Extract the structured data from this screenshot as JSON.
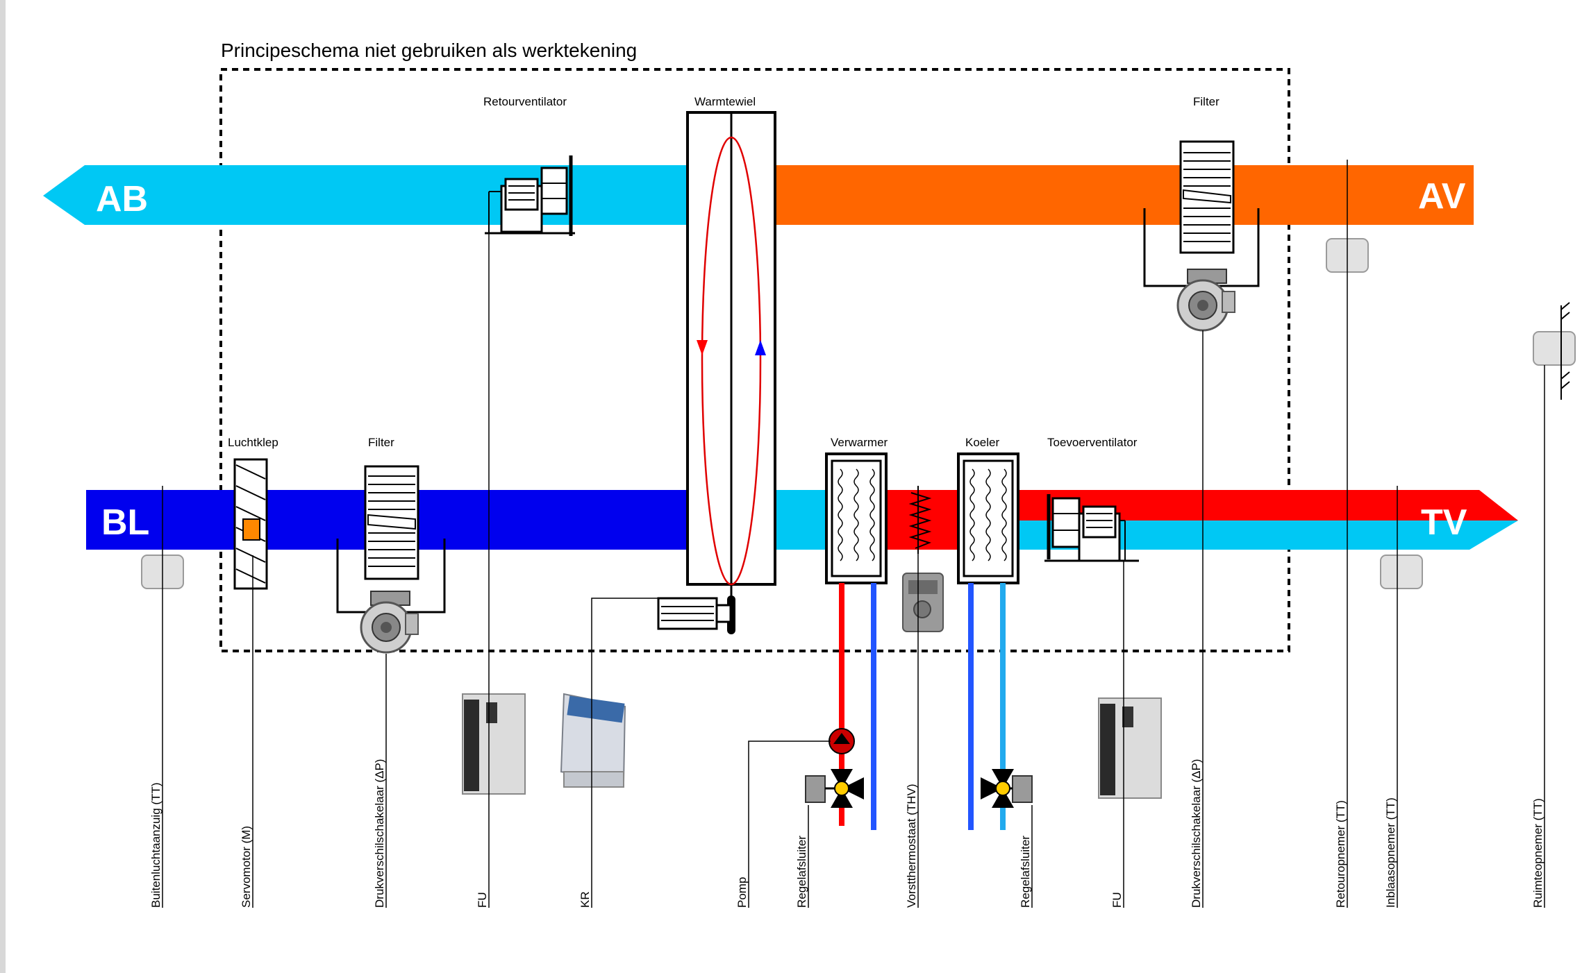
{
  "title": "Principeschema niet gebruiken als werktekening",
  "air_streams": {
    "exhaust": "AB",
    "return": "AV",
    "outdoor": "BL",
    "supply": "TV"
  },
  "components": {
    "return_fan": "Retourventilator",
    "heat_wheel": "Warmtewiel",
    "filter_return": "Filter",
    "damper": "Luchtklep",
    "filter_supply": "Filter",
    "heater": "Verwarmer",
    "cooler": "Koeler",
    "supply_fan": "Toevoerventilator"
  },
  "signal_labels": [
    "Buitenluchtaanzuig (TT)",
    "Servomotor (M)",
    "Drukverschilschakelaar (ΔP)",
    "FU",
    "KR",
    "Pomp",
    "Regelafsluiter",
    "Vorstthermostaat (THV)",
    "Regelafsluiter",
    "FU",
    "Drukverschilschakelaar (ΔP)",
    "Retouropnemer (TT)",
    "Inblaasopnemer (TT)",
    "Ruimteopnemer (TT)"
  ],
  "colors": {
    "exhaust_cyan": "#00c8f4",
    "return_orange": "#ff6600",
    "outdoor_blue": "#0000ee",
    "supply_red": "#ff0000",
    "supply_cyan": "#00c8f4",
    "heat_wheel_red": "#e00000",
    "heat_wheel_blue": "#0000ff"
  }
}
